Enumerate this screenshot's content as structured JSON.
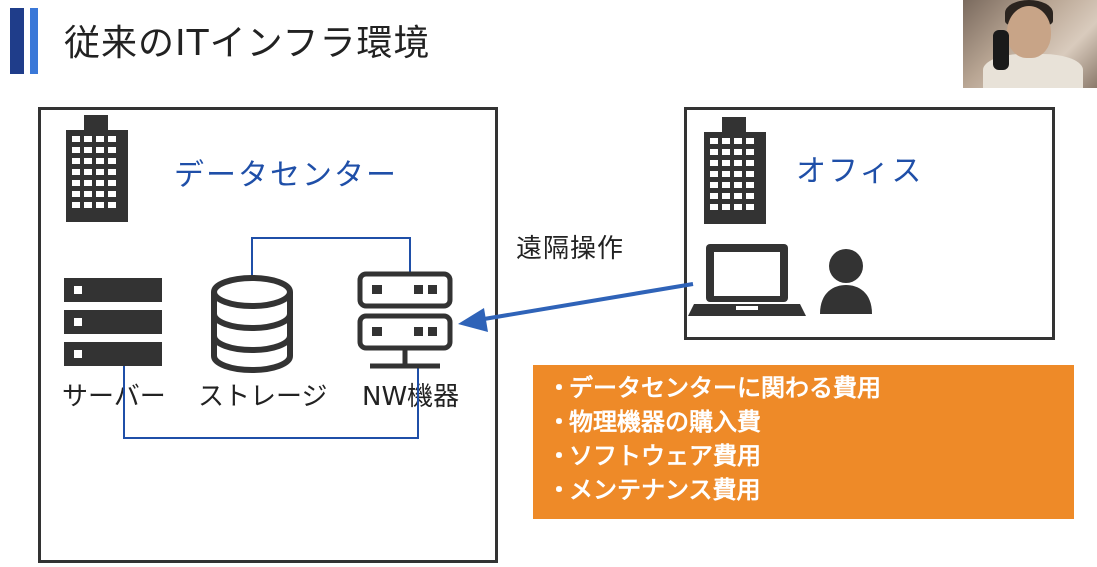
{
  "title": "従来のITインフラ環境",
  "datacenter": {
    "label": "データセンター",
    "devices": {
      "server": "サーバー",
      "storage": "ストレージ",
      "network": "NW機器"
    }
  },
  "office": {
    "label": "オフィス"
  },
  "connection_label": "遠隔操作",
  "costs": [
    "データセンターに関わる費用",
    "物理機器の購入費",
    "ソフトウェア費用",
    "メンテナンス費用"
  ],
  "bullet": "・",
  "colors": {
    "title_accent_dark": "#1f3d8a",
    "title_accent_light": "#3a78d8",
    "label_blue": "#1f4fa8",
    "cost_box": "#ee8a28",
    "arrow": "#2f63b8",
    "icon": "#333333"
  }
}
